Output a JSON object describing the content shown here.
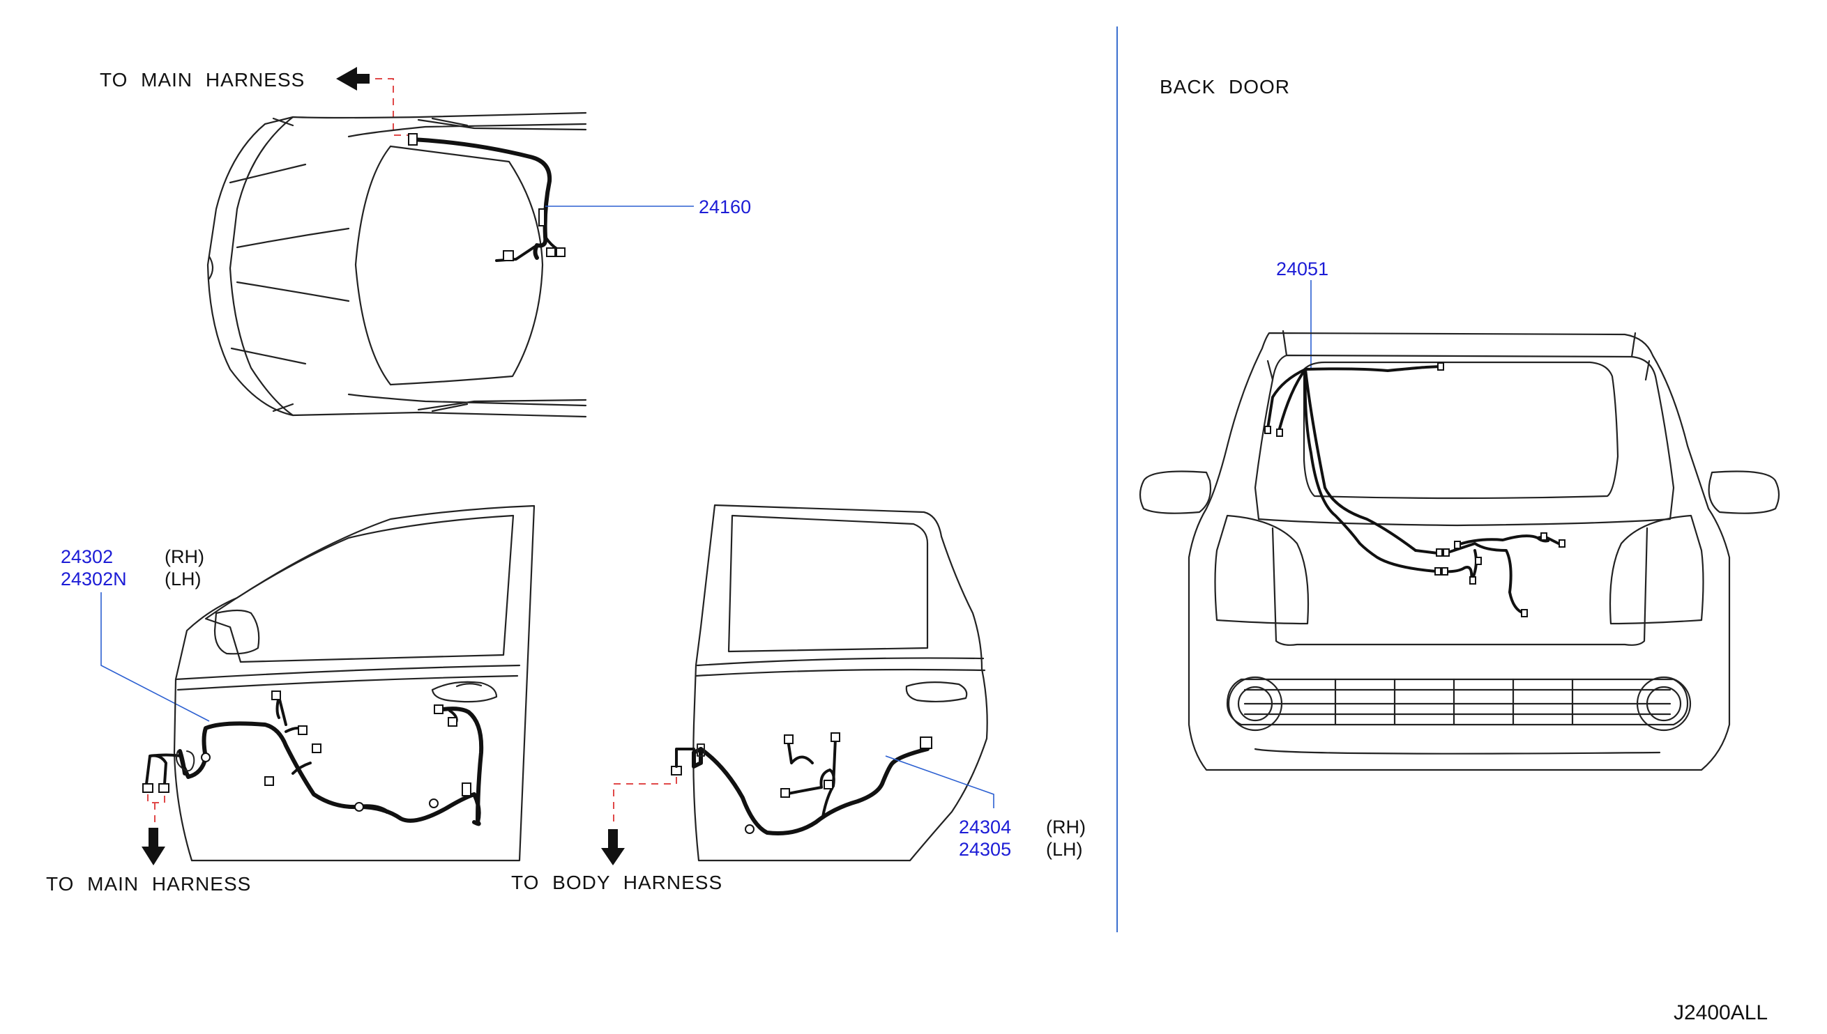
{
  "sections": {
    "back_door": "BACK  DOOR"
  },
  "callouts": {
    "to_main_harness_top": "TO  MAIN  HARNESS",
    "to_main_harness_bottom": "TO  MAIN  HARNESS",
    "to_body_harness": "TO  BODY  HARNESS"
  },
  "parts": {
    "p24160": "24160",
    "p24051": "24051",
    "p24302": "24302",
    "p24302n": "24302N",
    "p24304": "24304",
    "p24305": "24305",
    "rh_front": "(RH)",
    "lh_front": "(LH)",
    "rh_rear": "(RH)",
    "lh_rear": "(LH)"
  },
  "drawing_code": "J2400ALL",
  "colors": {
    "part_number": "#1c1cd6",
    "leader_line": "#2b5fd1",
    "connector_dash": "#e04848",
    "divider": "#3b6fcf"
  }
}
